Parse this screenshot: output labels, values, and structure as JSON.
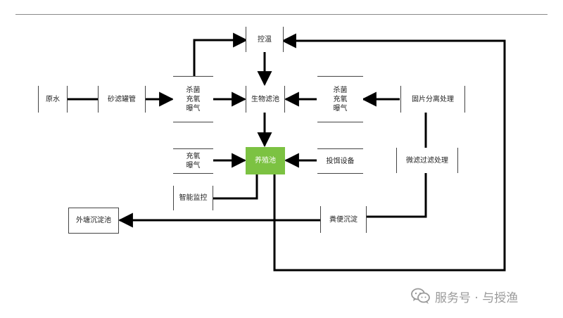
{
  "nodes": {
    "raw_water": "原水",
    "sand_filter": "砂滤罐管",
    "sterilize_aerate_left": "杀菌\n充氧\n曝气",
    "temp_control": "控温",
    "bio_filter": "生物滤池",
    "sterilize_aerate_right": "杀菌\n充氧\n曝气",
    "solid_separation": "固片分离处理",
    "aerate_oxygen": "充氧\n曝气",
    "breeding_pond": "养殖池",
    "feeding_device": "投饵设备",
    "micro_treatment": "微滤过滤处理",
    "smart_monitor": "智能监控",
    "fecal_sediment": "粪便沉淀",
    "external_pond": "外塘沉淀池"
  },
  "colors": {
    "accent": "#7cc242",
    "line": "#000000"
  },
  "watermark": {
    "text": "服务号 · 与授渔",
    "icon": "wechat-icon"
  }
}
